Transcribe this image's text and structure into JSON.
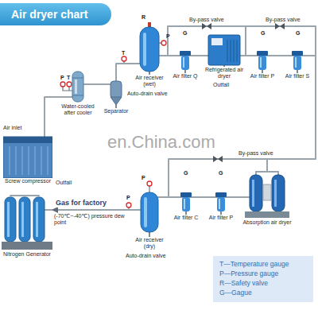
{
  "diagram": {
    "title": "Air dryer chart",
    "nodes": [
      {
        "text": [
          "Screw compressor"
        ]
      },
      {
        "text": [
          "Water-cooled after cooler"
        ]
      },
      {
        "text": [
          "Separator"
        ]
      },
      {
        "text": [
          "Air receiver (wet)"
        ]
      },
      {
        "text": [
          "Air filter Q"
        ]
      },
      {
        "text": [
          "Refrigerated air dryer"
        ]
      },
      {
        "text": [
          "Air filter P"
        ]
      },
      {
        "text": [
          "Air filter S"
        ]
      },
      {
        "text": [
          "Absorption air dryer"
        ]
      },
      {
        "text": [
          "Air filter P"
        ]
      },
      {
        "text": [
          "Air filter C"
        ]
      },
      {
        "text": [
          "Air receiver (dry)"
        ]
      },
      {
        "text": [
          "Nitrogen Generator"
        ]
      }
    ],
    "edges": [
      {
        "from": 0,
        "to": 1,
        "arrow": "none"
      },
      {
        "from": 1,
        "to": 2,
        "arrow": "none"
      },
      {
        "from": 2,
        "to": 3,
        "arrow": "none"
      },
      {
        "from": 3,
        "to": 4,
        "arrow": "none"
      },
      {
        "from": 4,
        "to": 5,
        "arrow": "none"
      },
      {
        "from": 5,
        "to": 6,
        "arrow": "none"
      },
      {
        "from": 6,
        "to": 7,
        "arrow": "none"
      },
      {
        "from": 7,
        "to": 8,
        "arrow": "none"
      },
      {
        "from": 8,
        "to": 9,
        "arrow": "none"
      },
      {
        "from": 9,
        "to": 10,
        "arrow": "none"
      },
      {
        "from": 10,
        "to": 11,
        "arrow": "none"
      },
      {
        "from": 11,
        "to": 12,
        "label": "Gas for factory",
        "arrow": "to"
      }
    ],
    "labels": [
      "Air inlet",
      "Outfall",
      "P",
      "T",
      "R",
      "T",
      "P",
      "Auto-drain valve",
      "By-pass valve",
      "G",
      "Outfall",
      "By-pass valve",
      "G",
      "G",
      "By-pass valve",
      "G",
      "G",
      "P",
      "P",
      "(-70℃~-40℃) pressure dew point",
      "Auto-drain valve",
      "en.China.com"
    ],
    "legend": [
      {
        "text": "T—Temperature gauge"
      },
      {
        "text": "P—Pressure gauge"
      },
      {
        "text": "R—Safety valve"
      },
      {
        "text": "G—Gague"
      }
    ]
  }
}
